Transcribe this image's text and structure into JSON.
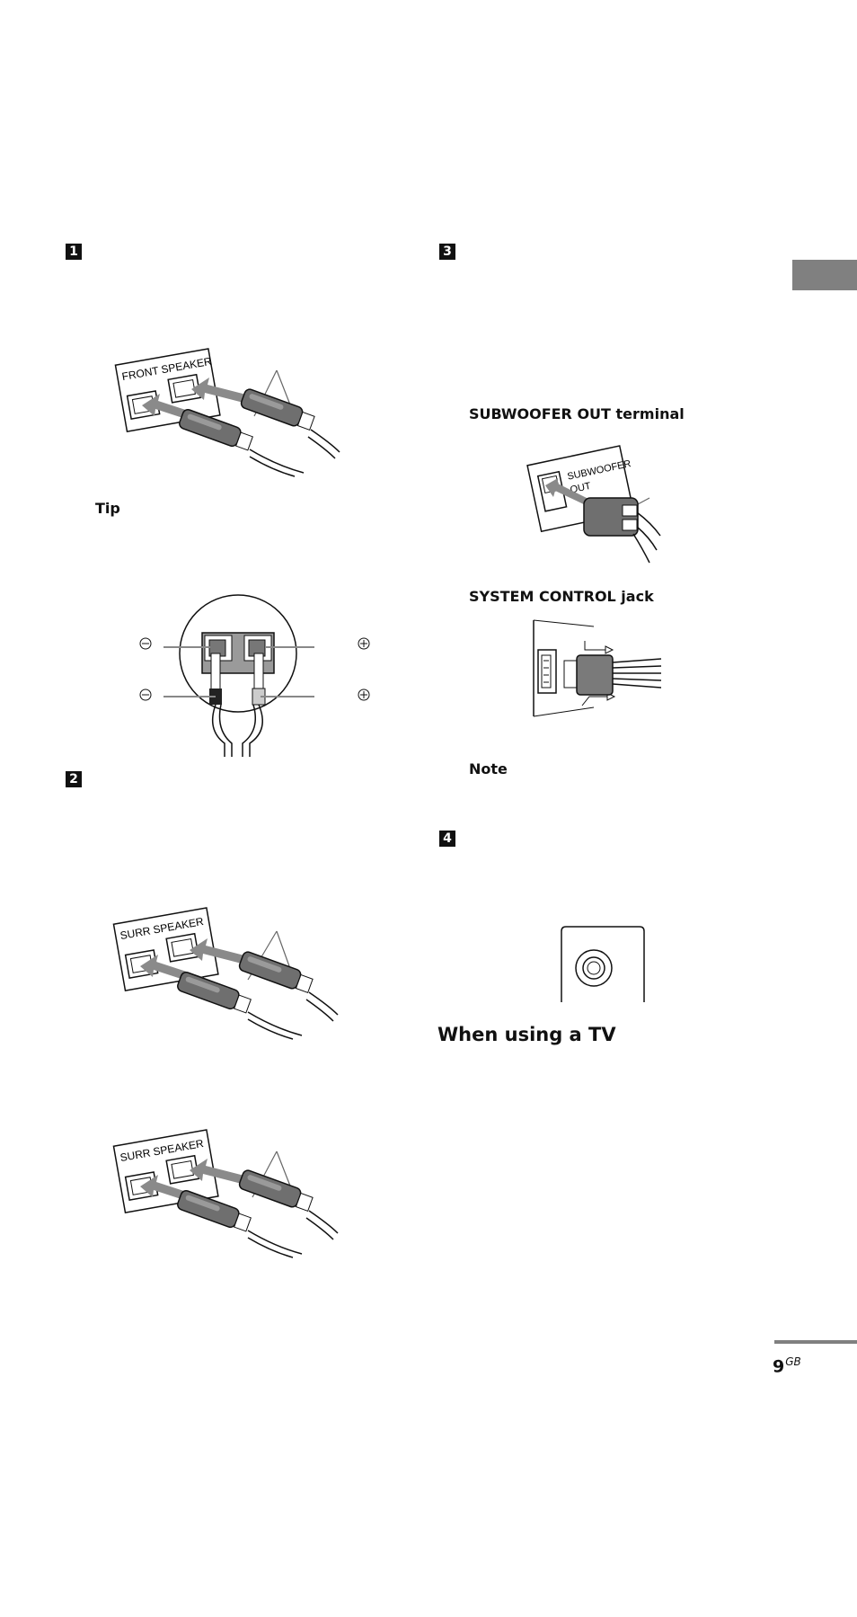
{
  "steps": {
    "s1": "1",
    "s2": "2",
    "s3": "3",
    "s4": "4"
  },
  "left": {
    "front_panel_label": "FRONT SPEAKER",
    "tip_heading": "Tip",
    "surr_panel_label_1": "SURR SPEAKER",
    "surr_panel_label_2": "SURR SPEAKER"
  },
  "right": {
    "subwoofer_heading": "SUBWOOFER OUT terminal",
    "subwoofer_panel_label_1": "SUBWOOFER",
    "subwoofer_panel_label_2": "OUT",
    "system_control_heading": "SYSTEM CONTROL jack",
    "note_heading": "Note",
    "tv_section_title": "When using a TV"
  },
  "footer": {
    "page_number": "9",
    "page_suffix": "GB"
  },
  "colors": {
    "tab": "#808080",
    "arrow": "#8a8a8a",
    "connector": "#6f6f6f"
  }
}
